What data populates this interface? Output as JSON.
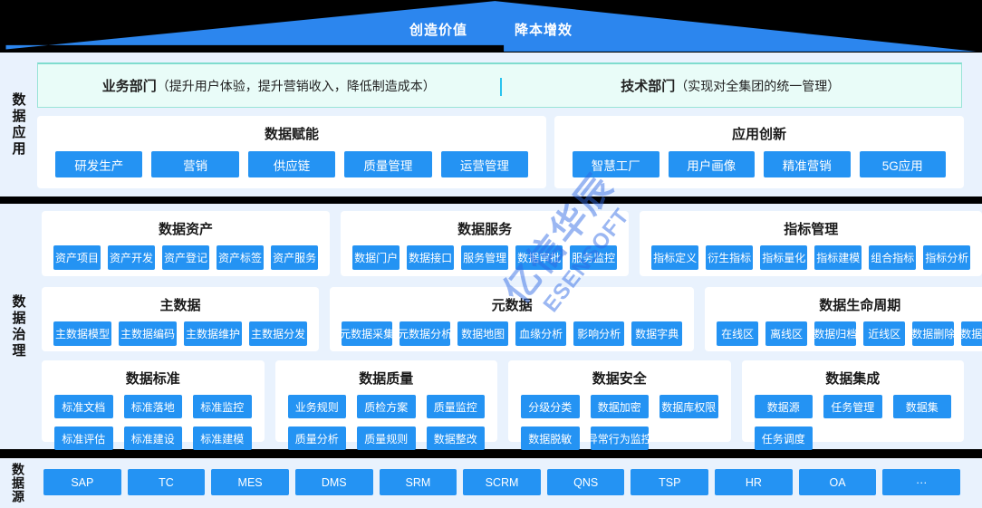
{
  "colors": {
    "accent_blue": "#2493f3",
    "roof_blue": "#2c86ee",
    "section_bg": "#e9f2fd",
    "banner_bg": "#e9fcf8",
    "banner_border": "#9ae4d8",
    "divider_cyan": "#2ac3ee",
    "band_black": "#000000"
  },
  "roof": {
    "labels": [
      "创造价值",
      "降本增效"
    ]
  },
  "side_labels": {
    "app": "数据应用",
    "gov": "数据治理",
    "src": "数据源"
  },
  "app": {
    "banner": {
      "left_bold": "业务部门",
      "left_rest": "（提升用户体验，提升营销收入，降低制造成本）",
      "right_bold": "技术部门",
      "right_rest": "（实现对全集团的统一管理）"
    },
    "cards": [
      {
        "title": "数据赋能",
        "items": [
          "研发生产",
          "营销",
          "供应链",
          "质量管理",
          "运营管理"
        ]
      },
      {
        "title": "应用创新",
        "items": [
          "智慧工厂",
          "用户画像",
          "精准营销",
          "5G应用"
        ]
      }
    ]
  },
  "gov": {
    "rows": [
      [
        {
          "title": "数据资产",
          "items": [
            "资产项目",
            "资产开发",
            "资产登记",
            "资产标签",
            "资产服务"
          ]
        },
        {
          "title": "数据服务",
          "items": [
            "数据门户",
            "数据接口",
            "服务管理",
            "数据审批",
            "服务监控"
          ]
        },
        {
          "title": "指标管理",
          "items": [
            "指标定义",
            "衍生指标",
            "指标量化",
            "指标建模",
            "组合指标",
            "指标分析"
          ]
        }
      ],
      [
        {
          "title": "主数据",
          "items": [
            "主数据模型",
            "主数据编码",
            "主数据维护",
            "主数据分发"
          ]
        },
        {
          "title": "元数据",
          "items": [
            "元数据采集",
            "元数据分析",
            "数据地图",
            "血缘分析",
            "影响分析",
            "数据字典"
          ]
        },
        {
          "title": "数据生命周期",
          "items": [
            "在线区",
            "离线区",
            "数据归档",
            "近线区",
            "数据删除",
            "数据销毁"
          ]
        }
      ],
      [
        {
          "title": "数据标准",
          "items": [
            "标准文档",
            "标准落地",
            "标准监控",
            "标准评估",
            "标准建设",
            "标准建模"
          ]
        },
        {
          "title": "数据质量",
          "items": [
            "业务规则",
            "质检方案",
            "质量监控",
            "质量分析",
            "质量规则",
            "数据整改"
          ]
        },
        {
          "title": "数据安全",
          "items": [
            "分级分类",
            "数据加密",
            "数据库权限",
            "数据脱敏",
            "异常行为监控"
          ]
        },
        {
          "title": "数据集成",
          "items": [
            "数据源",
            "任务管理",
            "数据集",
            "任务调度"
          ]
        }
      ]
    ]
  },
  "src": {
    "items": [
      "SAP",
      "TC",
      "MES",
      "DMS",
      "SRM",
      "SCRM",
      "QNS",
      "TSP",
      "HR",
      "OA",
      "···"
    ]
  },
  "watermark": {
    "cn": "亿信华辰",
    "en": "ESENSOFT"
  }
}
